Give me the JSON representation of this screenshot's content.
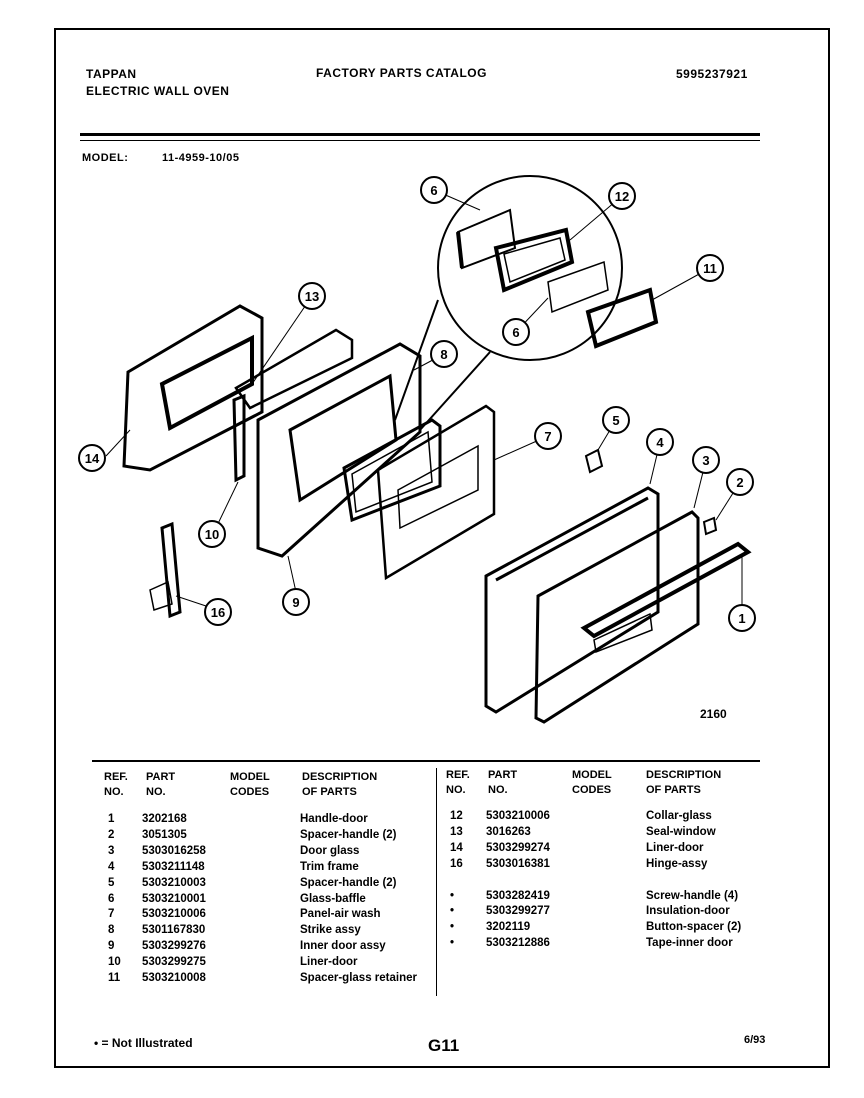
{
  "header": {
    "brand": "TAPPAN",
    "product": "ELECTRIC WALL OVEN",
    "catalog_title": "FACTORY PARTS CATALOG",
    "catalog_number": "5995237921",
    "model_label": "MODEL:",
    "model_value": "11-4959-10/05"
  },
  "diagram": {
    "drawing_number": "2160",
    "callouts": [
      "1",
      "2",
      "3",
      "4",
      "5",
      "6",
      "6",
      "7",
      "8",
      "9",
      "10",
      "11",
      "12",
      "13",
      "14",
      "16"
    ]
  },
  "table": {
    "headers": {
      "ref": "REF.",
      "no": "NO.",
      "part": "PART",
      "part_no": "NO.",
      "model": "MODEL",
      "codes": "CODES",
      "desc": "DESCRIPTION",
      "of_parts": "OF PARTS"
    },
    "left_rows": [
      {
        "ref": "1",
        "part": "3202168",
        "desc": "Handle-door"
      },
      {
        "ref": "2",
        "part": "3051305",
        "desc": "Spacer-handle  (2)"
      },
      {
        "ref": "3",
        "part": "5303016258",
        "desc": "Door  glass"
      },
      {
        "ref": "4",
        "part": "5303211148",
        "desc": "Trim  frame"
      },
      {
        "ref": "5",
        "part": "5303210003",
        "desc": "Spacer-handle  (2)"
      },
      {
        "ref": "6",
        "part": "5303210001",
        "desc": "Glass-baffle"
      },
      {
        "ref": "7",
        "part": "5303210006",
        "desc": "Panel-air  wash"
      },
      {
        "ref": "8",
        "part": "5301167830",
        "desc": "Strike  assy"
      },
      {
        "ref": "9",
        "part": "5303299276",
        "desc": "Inner door assy"
      },
      {
        "ref": "10",
        "part": "5303299275",
        "desc": "Liner-door"
      },
      {
        "ref": "11",
        "part": "5303210008",
        "desc": "Spacer-glass  retainer"
      }
    ],
    "right_rows": [
      {
        "ref": "12",
        "part": "5303210006",
        "desc": "Collar-glass"
      },
      {
        "ref": "13",
        "part": "3016263",
        "desc": "Seal-window"
      },
      {
        "ref": "14",
        "part": "5303299274",
        "desc": "Liner-door"
      },
      {
        "ref": "16",
        "part": "5303016381",
        "desc": "Hinge-assy"
      },
      {
        "ref": "",
        "part": "",
        "desc": ""
      },
      {
        "ref": "•",
        "part": "5303282419",
        "desc": "Screw-handle  (4)"
      },
      {
        "ref": "•",
        "part": "5303299277",
        "desc": "Insulation-door"
      },
      {
        "ref": "•",
        "part": "3202119",
        "desc": "Button-spacer  (2)"
      },
      {
        "ref": "•",
        "part": "5303212886",
        "desc": "Tape-inner  door"
      }
    ]
  },
  "footer": {
    "note": "• = Not Illustrated",
    "page": "G11",
    "date": "6/93"
  }
}
